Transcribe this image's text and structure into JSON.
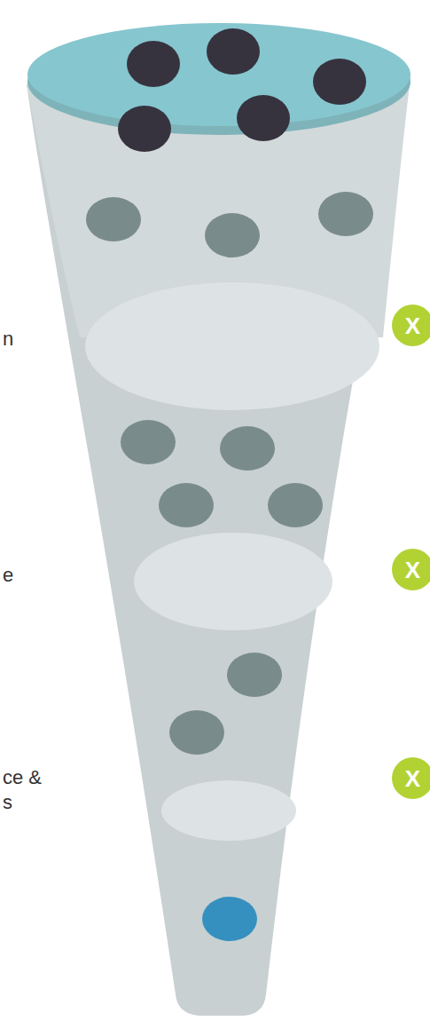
{
  "diagram": {
    "nodes": [
      {
        "text": [
          "X"
        ]
      },
      {
        "text": [
          "X"
        ]
      },
      {
        "text": [
          "X"
        ]
      }
    ],
    "labels": [
      "n",
      "e",
      "ce & s"
    ]
  }
}
